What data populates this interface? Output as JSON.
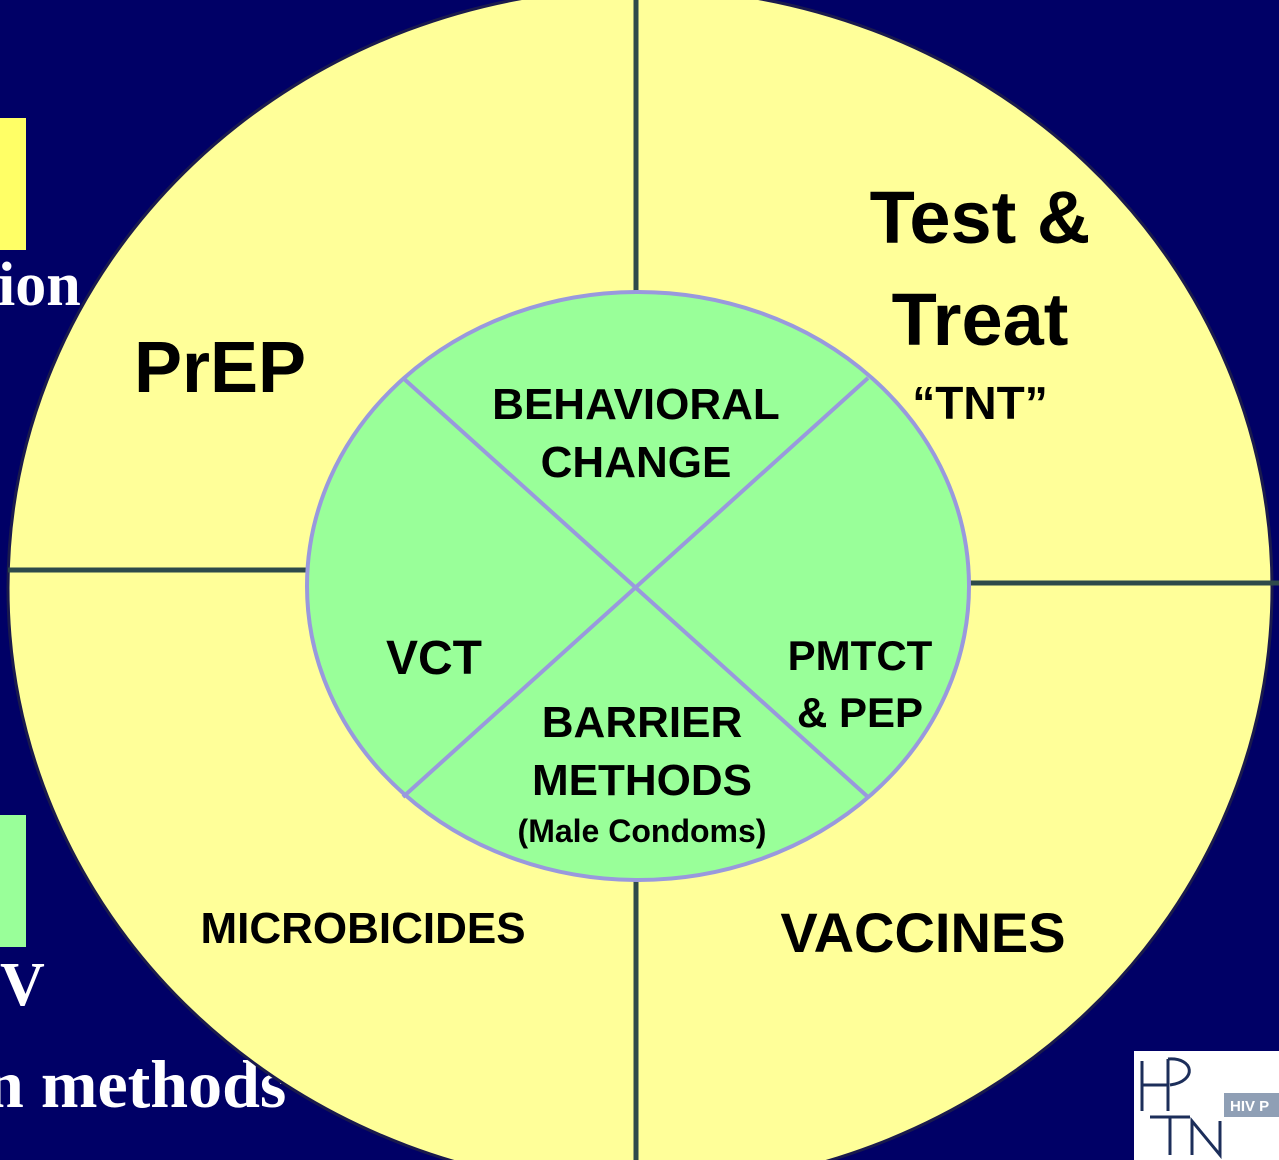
{
  "slide": {
    "background": "#000066",
    "left_text": {
      "line1_fragment": "ion",
      "line2_fragment": "V",
      "line3_fragment": "n methods"
    },
    "legend_colors": {
      "outer": "#ffff99",
      "inner": "#99ff99"
    }
  },
  "diagram": {
    "outer_ring": {
      "fill": "#ffff99",
      "sections": {
        "top_left": "PrEP",
        "top_right": [
          "Test &",
          "Treat"
        ],
        "top_right_sub": "“TNT”",
        "bottom_left": "MICROBICIDES",
        "bottom_right": "VACCINES"
      }
    },
    "inner_circle": {
      "fill": "#99ff99",
      "stroke": "#9999dd",
      "sections": {
        "top": [
          "BEHAVIORAL",
          "CHANGE"
        ],
        "left": "VCT",
        "right": [
          "PMTCT",
          "& PEP"
        ],
        "bottom": [
          "BARRIER",
          "METHODS"
        ],
        "bottom_sub": "(Male Condoms)"
      }
    }
  },
  "logo": {
    "name": "HPTN logo",
    "text": "HIV P"
  }
}
